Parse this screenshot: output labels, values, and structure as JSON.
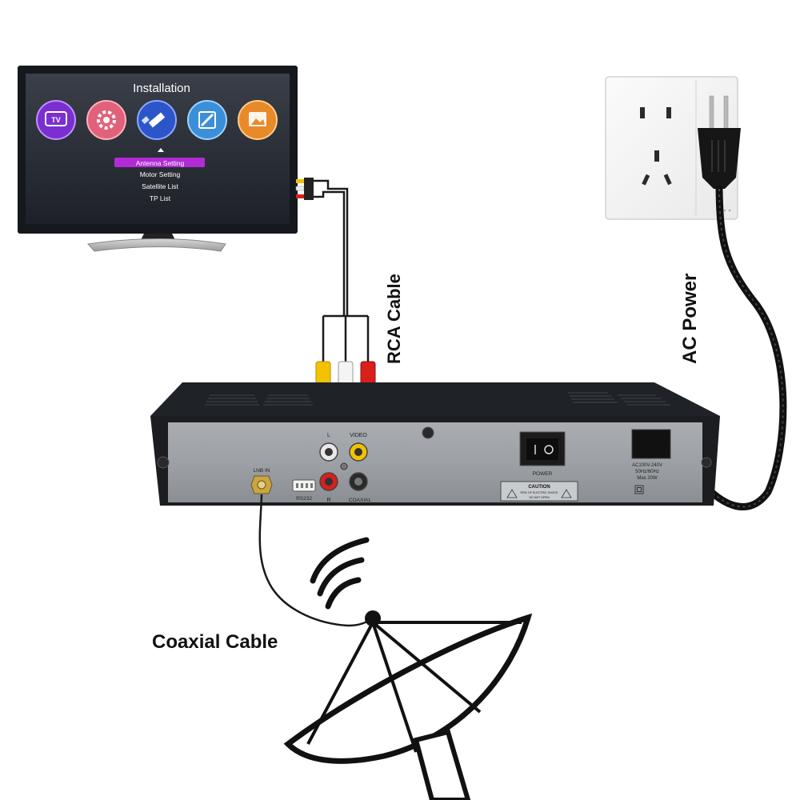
{
  "tv": {
    "screen_title": "Installation",
    "menu_icons": [
      {
        "name": "tv-icon",
        "color": "#7a2fd0",
        "glyph": "TV"
      },
      {
        "name": "settings-icon",
        "color": "#e0627a"
      },
      {
        "name": "satellite-icon",
        "color": "#2b55c8"
      },
      {
        "name": "tools-icon",
        "color": "#3a8fd8"
      },
      {
        "name": "media-icon",
        "color": "#e88a2a"
      }
    ],
    "menu_items": [
      "Antenna Setting",
      "Motor Setting",
      "Satellite List",
      "TP List"
    ],
    "selected_index": 0
  },
  "receiver": {
    "ports": {
      "lnb_in": "LNB IN",
      "rs232": "RS232",
      "left": "L",
      "right": "R",
      "video": "VIDEO",
      "coaxial": "COAXIAL"
    },
    "power_label": "POWER",
    "caution_title": "CAUTION",
    "caution_line1": "RISK OF ELECTRIC SHOCK",
    "caution_line2": "DO NOT OPEN",
    "rating_line1": "AC100V-240V",
    "rating_line2": "50Hz/60Hz",
    "rating_line3": "Max 20W"
  },
  "labels": {
    "rca_cable": "RCA Cable",
    "ac_power": "AC Power",
    "coaxial_cable": "Coaxial Cable"
  },
  "colors": {
    "rca_yellow": "#f2c200",
    "rca_white": "#f4f4f4",
    "rca_red": "#d8201c",
    "menu_highlight": "#b12bd6"
  }
}
